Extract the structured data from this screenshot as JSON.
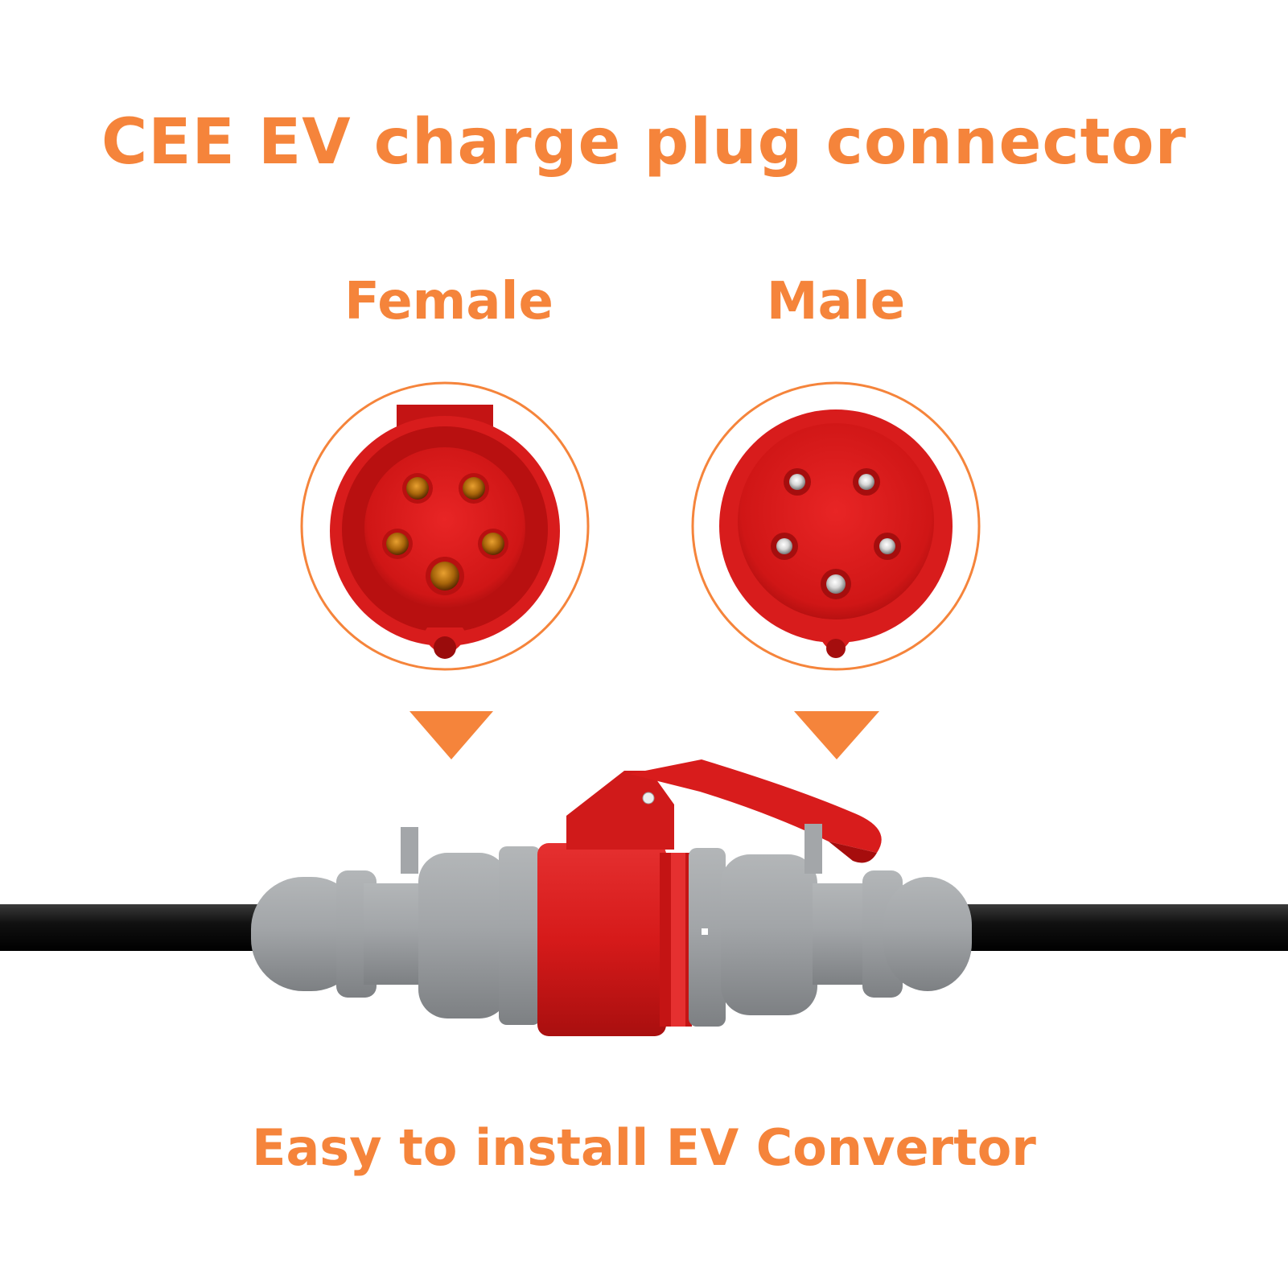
{
  "title": "CEE EV charge plug connector",
  "labels": {
    "female": "Female",
    "male": "Male"
  },
  "footer": "Easy to install EV Convertor",
  "colors": {
    "accent": "#f5843b",
    "plug_red": "#e01e1e",
    "body_grey": "#9ea1a4",
    "cable_black": "#111111"
  },
  "icons": {
    "female_face": "female-socket-face-icon",
    "male_face": "male-plug-face-icon",
    "arrow": "down-triangle-arrow-icon"
  }
}
